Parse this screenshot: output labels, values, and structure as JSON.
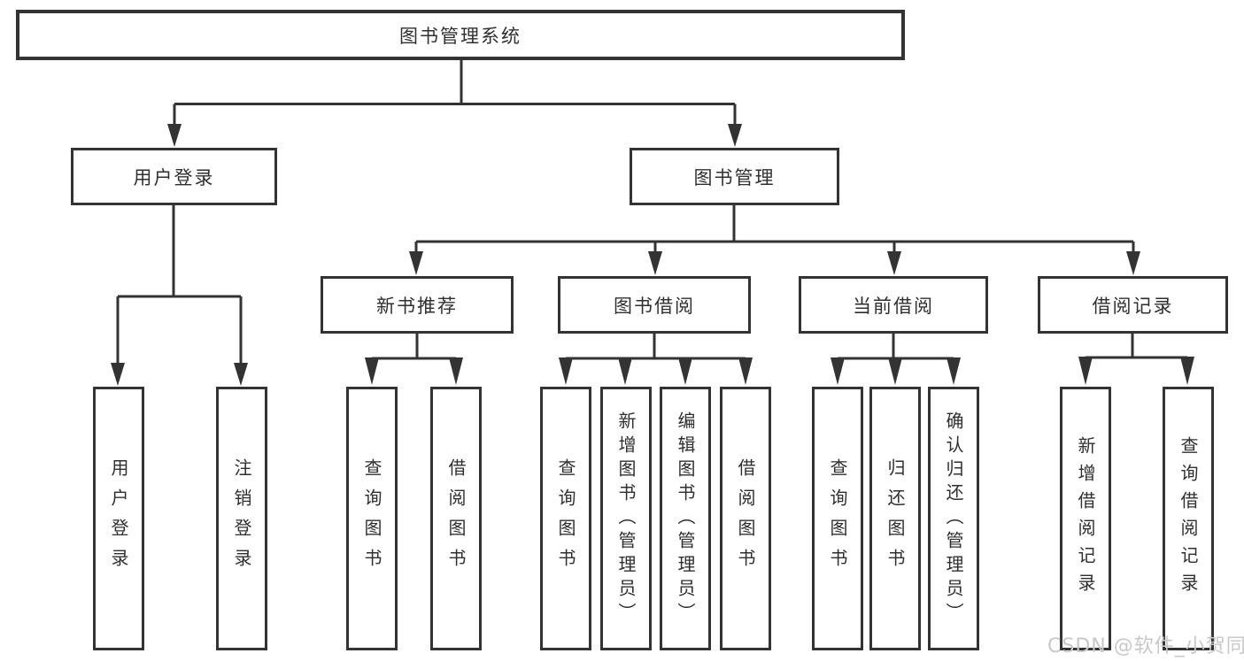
{
  "tree": {
    "label": "图书管理系统",
    "children": [
      {
        "label": "用户登录",
        "children": [
          {
            "label": "用户登录"
          },
          {
            "label": "注销登录"
          }
        ]
      },
      {
        "label": "图书管理",
        "children": [
          {
            "label": "新书推荐",
            "children": [
              {
                "label": "查询图书"
              },
              {
                "label": "借阅图书"
              }
            ]
          },
          {
            "label": "图书借阅",
            "children": [
              {
                "label": "查询图书"
              },
              {
                "label": "新增图书（管理员）"
              },
              {
                "label": "编辑图书（管理员）"
              },
              {
                "label": "借阅图书"
              }
            ]
          },
          {
            "label": "当前借阅",
            "children": [
              {
                "label": "查询图书"
              },
              {
                "label": "归还图书"
              },
              {
                "label": "确认归还（管理员）"
              }
            ]
          },
          {
            "label": "借阅记录",
            "children": [
              {
                "label": "新增借阅记录"
              },
              {
                "label": "查询借阅记录"
              }
            ]
          }
        ]
      }
    ]
  },
  "watermark": "CSDN @软件_小贺同学",
  "colors": {
    "line": "#333333",
    "text": "#2f2f2f",
    "box_background": "#ffffff",
    "watermark": "#c8c8c8"
  }
}
